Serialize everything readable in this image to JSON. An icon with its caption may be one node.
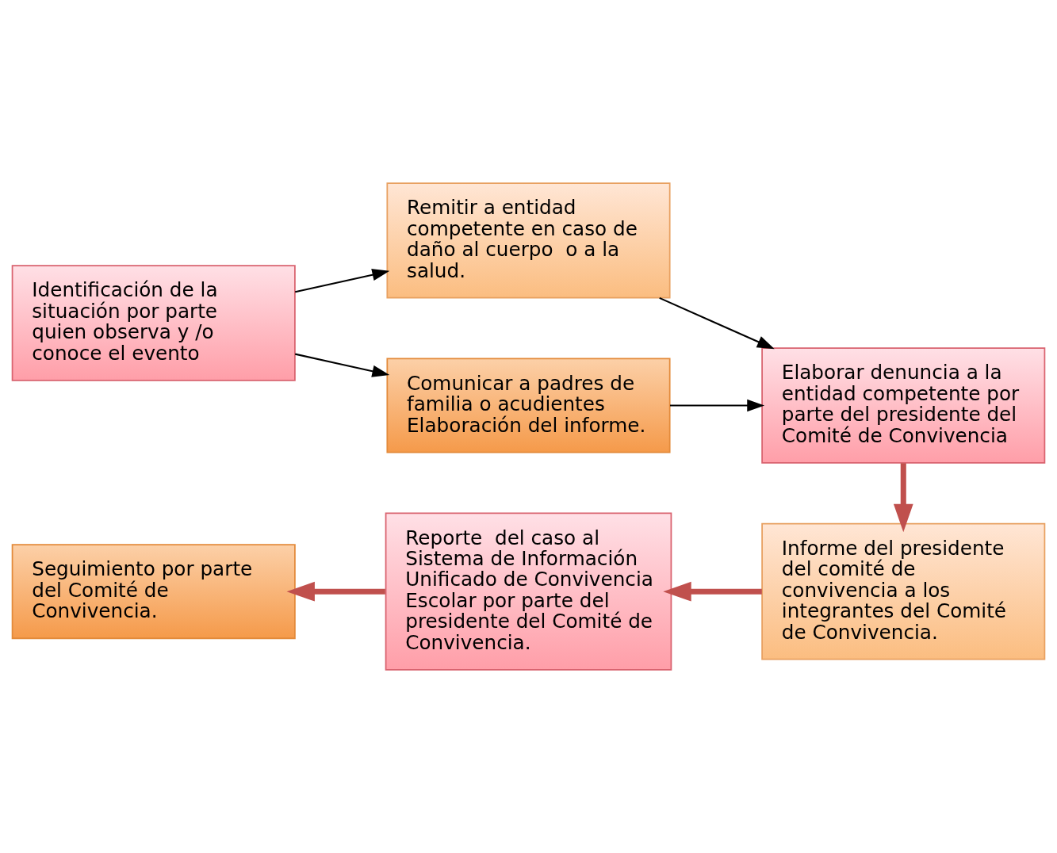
{
  "diagram": {
    "nodes": [
      {
        "text": [
          "Identificación de la situación por parte quien observa y /o conoce el evento"
        ]
      },
      {
        "text": [
          "Remitir a entidad competente en caso de daño al cuerpo  o a la salud."
        ]
      },
      {
        "text": [
          "Comunicar a padres de familia o acudientes Elaboración del informe."
        ]
      },
      {
        "text": [
          "Elaborar denuncia a la entidad competente por parte del presidente del Comité de Convivencia"
        ]
      },
      {
        "text": [
          "Informe del presidente del comité de convivencia a los integrantes del Comité de Convivencia."
        ]
      },
      {
        "text": [
          "Reporte  del caso al Sistema de Información Unificado de Convivencia Escolar por parte del presidente del Comité de Convivencia."
        ]
      },
      {
        "text": [
          "Seguimiento por parte del Comité de Convivencia."
        ]
      }
    ],
    "edges": [
      {
        "from": 0,
        "to": 1,
        "arrow": "to"
      },
      {
        "from": 0,
        "to": 2,
        "arrow": "to"
      },
      {
        "from": 1,
        "to": 3,
        "arrow": "to"
      },
      {
        "from": 2,
        "to": 3,
        "arrow": "to"
      },
      {
        "from": 3,
        "to": 4,
        "arrow": "to",
        "style": "thick",
        "color": "#c0504d"
      },
      {
        "from": 4,
        "to": 5,
        "arrow": "to",
        "style": "thick",
        "color": "#c0504d"
      },
      {
        "from": 5,
        "to": 6,
        "arrow": "to",
        "style": "thick",
        "color": "#c0504d"
      }
    ]
  }
}
